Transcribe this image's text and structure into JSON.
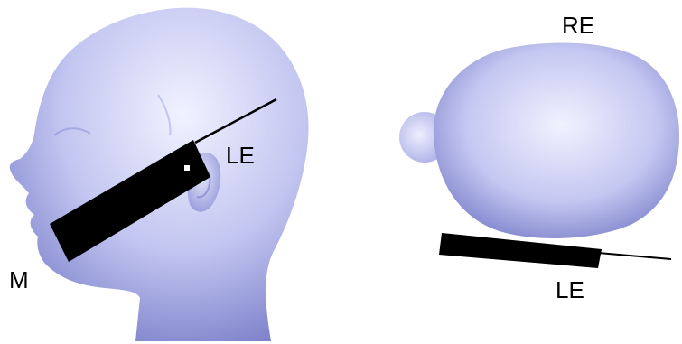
{
  "labels": {
    "mouth": "M",
    "left_ear_side_view": "LE",
    "right_ear_top_view": "RE",
    "left_ear_top_view": "LE"
  },
  "colors": {
    "head_base": "#a3a8e6",
    "head_highlight": "#f1f2ff",
    "head_shadow": "#7a7fc9",
    "phone": "#000000",
    "antenna": "#000000",
    "background": "#ffffff"
  }
}
